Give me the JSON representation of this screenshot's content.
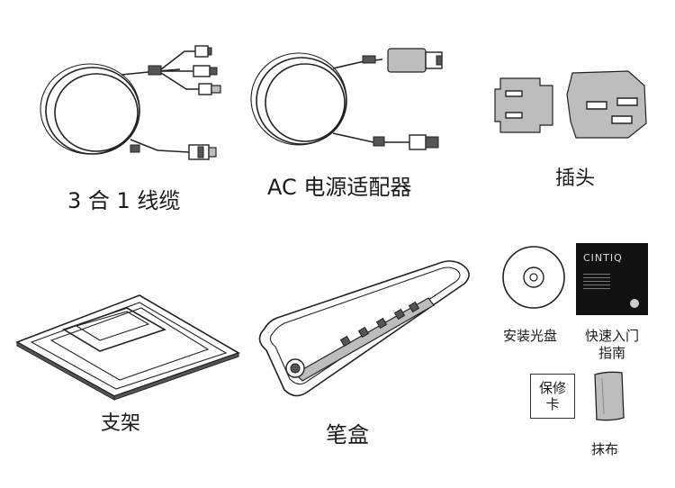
{
  "items": {
    "cable": {
      "label": "3 合 1 线缆"
    },
    "adapter": {
      "label": "AC 电源适配器"
    },
    "plug": {
      "label": "插头"
    },
    "stand": {
      "label": "支架"
    },
    "pen_case": {
      "label": "笔盒"
    },
    "disc": {
      "label": "安装光盘"
    },
    "guide": {
      "label_line1": "快速入门",
      "label_line2": "指南",
      "cover_brand": "CINTIQ"
    },
    "warranty": {
      "card_line1": "保修",
      "card_line2": "卡"
    },
    "cloth": {
      "label": "抹布"
    }
  }
}
